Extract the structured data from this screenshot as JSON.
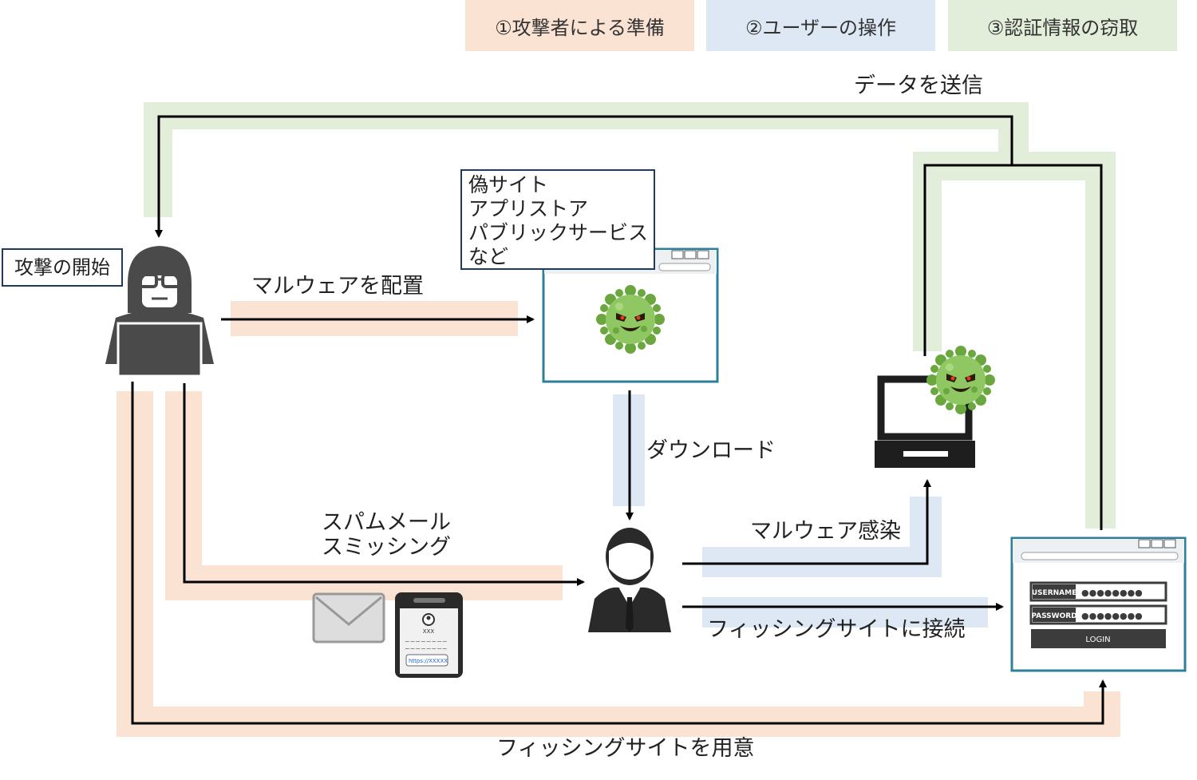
{
  "legend": [
    {
      "label": "①攻撃者による準備",
      "color": "#fbe3d4"
    },
    {
      "label": "②ユーザーの操作",
      "color": "#dde8f4"
    },
    {
      "label": "③認証情報の窃取",
      "color": "#e2eed9"
    }
  ],
  "colors": {
    "prep": "#fbe3d4",
    "user": "#dde8f4",
    "steal": "#e2eed9",
    "arrow": "#000000",
    "window_border": "#2f7f9a",
    "virus": "#7fbf4f"
  },
  "labels": {
    "send_data": "データを送信",
    "start": "攻撃の開始",
    "deploy_malware": "マルウェアを配置",
    "download": "ダウンロード",
    "spam_lines": [
      "スパムメール",
      "スミッシング"
    ],
    "infection": "マルウェア感染",
    "connect_phishing": "フィッシングサイトに接続",
    "prepare_phishing": "フィッシングサイトを用意"
  },
  "fake_sites": [
    "偽サイト",
    "アプリストア",
    "パブリックサービス",
    "など"
  ],
  "login_form": {
    "username": "USERNAME",
    "password": "PASSWORD",
    "masked": "●●●●●●●●",
    "button": "LOGIN"
  },
  "sms": {
    "sender": "XXX",
    "body": "~~~~~~~~",
    "link": "https://XXXXX"
  },
  "icons": [
    "hacker-icon",
    "virus-icon",
    "browser-window-icon",
    "user-icon",
    "laptop-icon",
    "envelope-icon",
    "smartphone-icon",
    "login-window-icon"
  ]
}
